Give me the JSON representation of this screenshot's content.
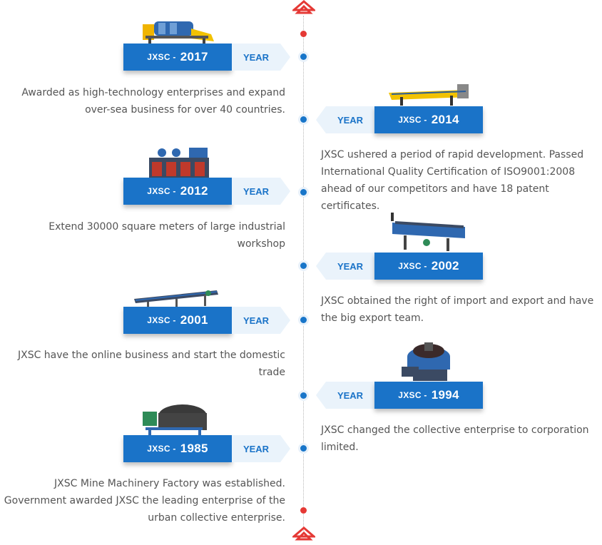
{
  "brand_prefix": "JXSC -",
  "year_tag": "YEAR",
  "events": [
    {
      "year": "2017",
      "side": "left",
      "description": "Awarded as high-technology enterprises and expand over-sea business for over 40 countries.",
      "machine_icon": "rotary-scrubber-machine-icon"
    },
    {
      "year": "2014",
      "side": "right",
      "description": "JXSC ushered a period of rapid development. Passed International Quality Certification of ISO9001:2008 ahead of our competitors and have 18 patent certificates.",
      "machine_icon": "shaking-table-machine-icon"
    },
    {
      "year": "2012",
      "side": "left",
      "description": "Extend 30000 square meters of large industrial workshop",
      "machine_icon": "jig-separator-machine-icon"
    },
    {
      "year": "2002",
      "side": "right",
      "description": "JXSC obtained the right of import and export and have the big export team.",
      "machine_icon": "vibrating-screen-machine-icon"
    },
    {
      "year": "2001",
      "side": "left",
      "description": "JXSC have the online business and start the domestic trade",
      "machine_icon": "belt-conveyor-machine-icon"
    },
    {
      "year": "1994",
      "side": "right",
      "description": "JXSC changed the collective enterprise to corporation limited.",
      "machine_icon": "wet-pan-mill-machine-icon"
    },
    {
      "year": "1985",
      "side": "left",
      "description": "JXSC Mine Machinery Factory was established. Government awarded JXSC the leading enterprise of the urban collective enterprise.",
      "machine_icon": "magnetic-separator-machine-icon"
    }
  ],
  "colors": {
    "accent": "#1a73c8",
    "tag_bg": "#eaf3fb",
    "marker_red": "#e53935",
    "text": "#555555"
  }
}
